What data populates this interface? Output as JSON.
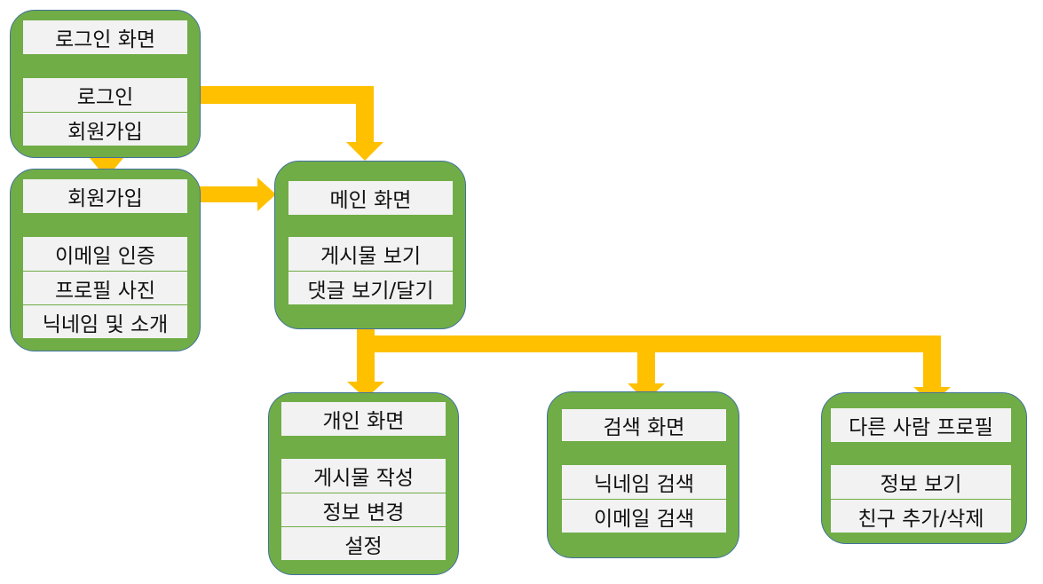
{
  "colors": {
    "box_fill": "#70ad47",
    "box_border": "#41719c",
    "cell_fill": "#f2f2f2",
    "arrow": "#ffc000"
  },
  "login": {
    "title": "로그인 화면",
    "items": [
      "로그인",
      "회원가입"
    ]
  },
  "signup": {
    "title": "회원가입",
    "items": [
      "이메일 인증",
      "프로필 사진",
      "닉네임 및 소개"
    ]
  },
  "main": {
    "title": "메인 화면",
    "items": [
      "게시물 보기",
      "댓글 보기/달기"
    ]
  },
  "personal": {
    "title": "개인 화면",
    "items": [
      "게시물 작성",
      "정보 변경",
      "설정"
    ]
  },
  "search": {
    "title": "검색 화면",
    "items": [
      "닉네임 검색",
      "이메일 검색"
    ]
  },
  "other": {
    "title": "다른 사람 프로필",
    "items": [
      "정보 보기",
      "친구 추가/삭제"
    ]
  }
}
